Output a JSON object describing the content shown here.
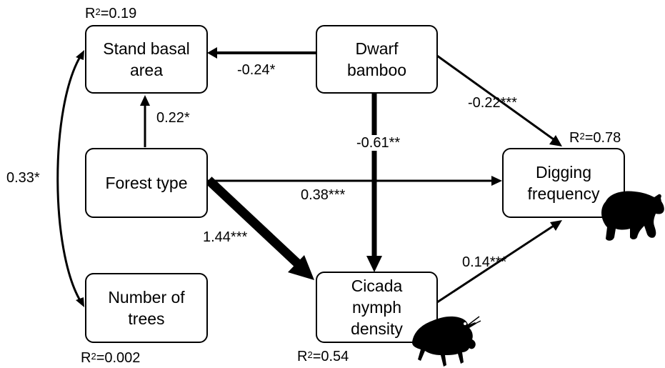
{
  "nodes": {
    "stand_basal_area": "Stand basal\narea",
    "dwarf_bamboo": "Dwarf\nbamboo",
    "forest_type": "Forest type",
    "digging_frequency": "Digging\nfrequency",
    "number_of_trees": "Number of\ntrees",
    "cicada_density": "Cicada\nnymph\ndensity"
  },
  "r_squared": {
    "stand_basal_area": "0.19",
    "digging_frequency": "0.78",
    "number_of_trees": "0.002",
    "cicada_density": "0.54"
  },
  "r_squared_prefix": "R",
  "r_squared_exp": "2",
  "paths": {
    "bamboo_to_basal": "-0.24*",
    "forest_to_basal": "0.22*",
    "bamboo_to_cicada": "-0.61**",
    "bamboo_to_digging": "-0.22***",
    "forest_to_digging": "0.38***",
    "forest_to_cicada": "1.44***",
    "cicada_to_digging": "0.14***",
    "basal_trees_correlation": "0.33*"
  },
  "icons": {
    "bear": "bear-silhouette-icon",
    "cicada": "cicada-nymph-silhouette-icon"
  },
  "colors": {
    "line": "#000000",
    "box_fill": "#ffffff",
    "silhouette": "#000000"
  }
}
